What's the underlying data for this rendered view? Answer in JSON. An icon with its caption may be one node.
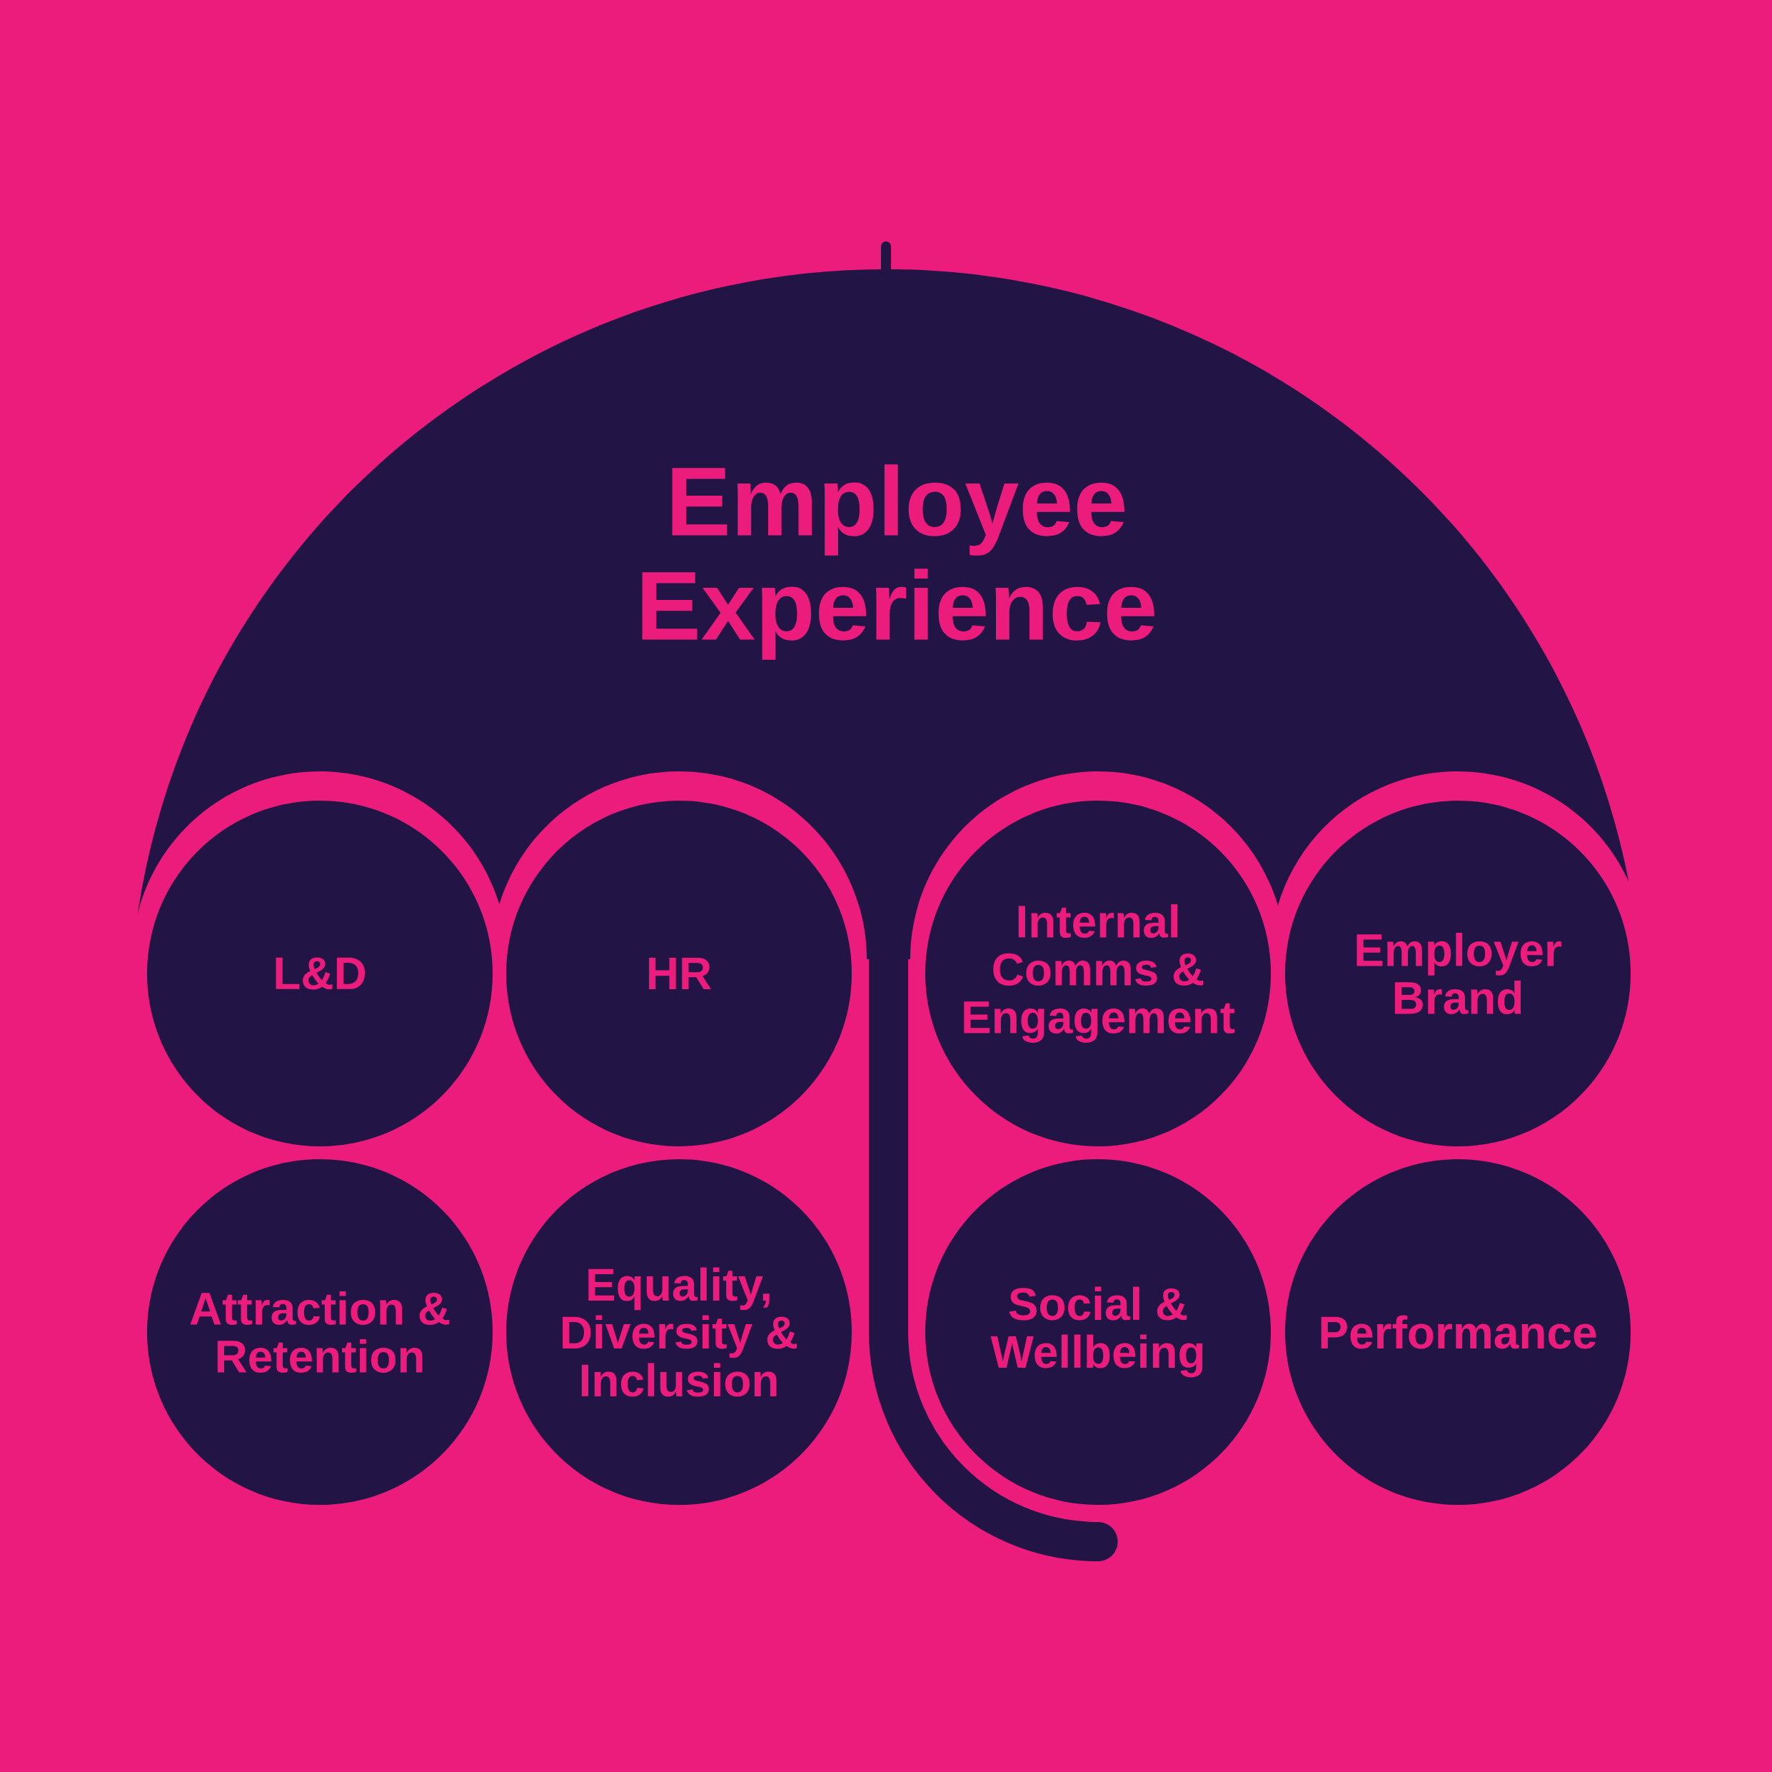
{
  "diagram": {
    "nodes": [
      {
        "text": [
          "Employee Experience"
        ]
      },
      {
        "text": [
          "L&D"
        ]
      },
      {
        "text": [
          "HR"
        ]
      },
      {
        "text": [
          "Internal Comms & Engagement"
        ]
      },
      {
        "text": [
          "Employer Brand"
        ]
      },
      {
        "text": [
          "Attraction & Retention"
        ]
      },
      {
        "text": [
          "Equality, Diversity & Inclusion"
        ]
      },
      {
        "text": [
          "Social & Wellbeing"
        ]
      },
      {
        "text": [
          "Performance"
        ]
      }
    ]
  }
}
